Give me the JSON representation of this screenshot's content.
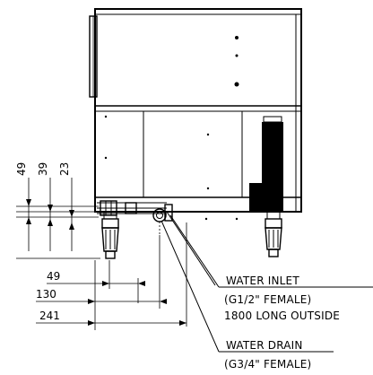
{
  "dimensions": {
    "vertical": [
      "49",
      "39",
      "23"
    ],
    "horizontal": [
      "49",
      "130",
      "241"
    ]
  },
  "callouts": {
    "water_inlet": {
      "title": "WATER INLET",
      "line1": "(G1/2\" FEMALE)",
      "line2": "1800 LONG OUTSIDE"
    },
    "water_drain": {
      "title": "WATER DRAIN",
      "line1": "(G3/4\" FEMALE)"
    }
  },
  "colors": {
    "line": "#000000",
    "background": "#ffffff"
  }
}
